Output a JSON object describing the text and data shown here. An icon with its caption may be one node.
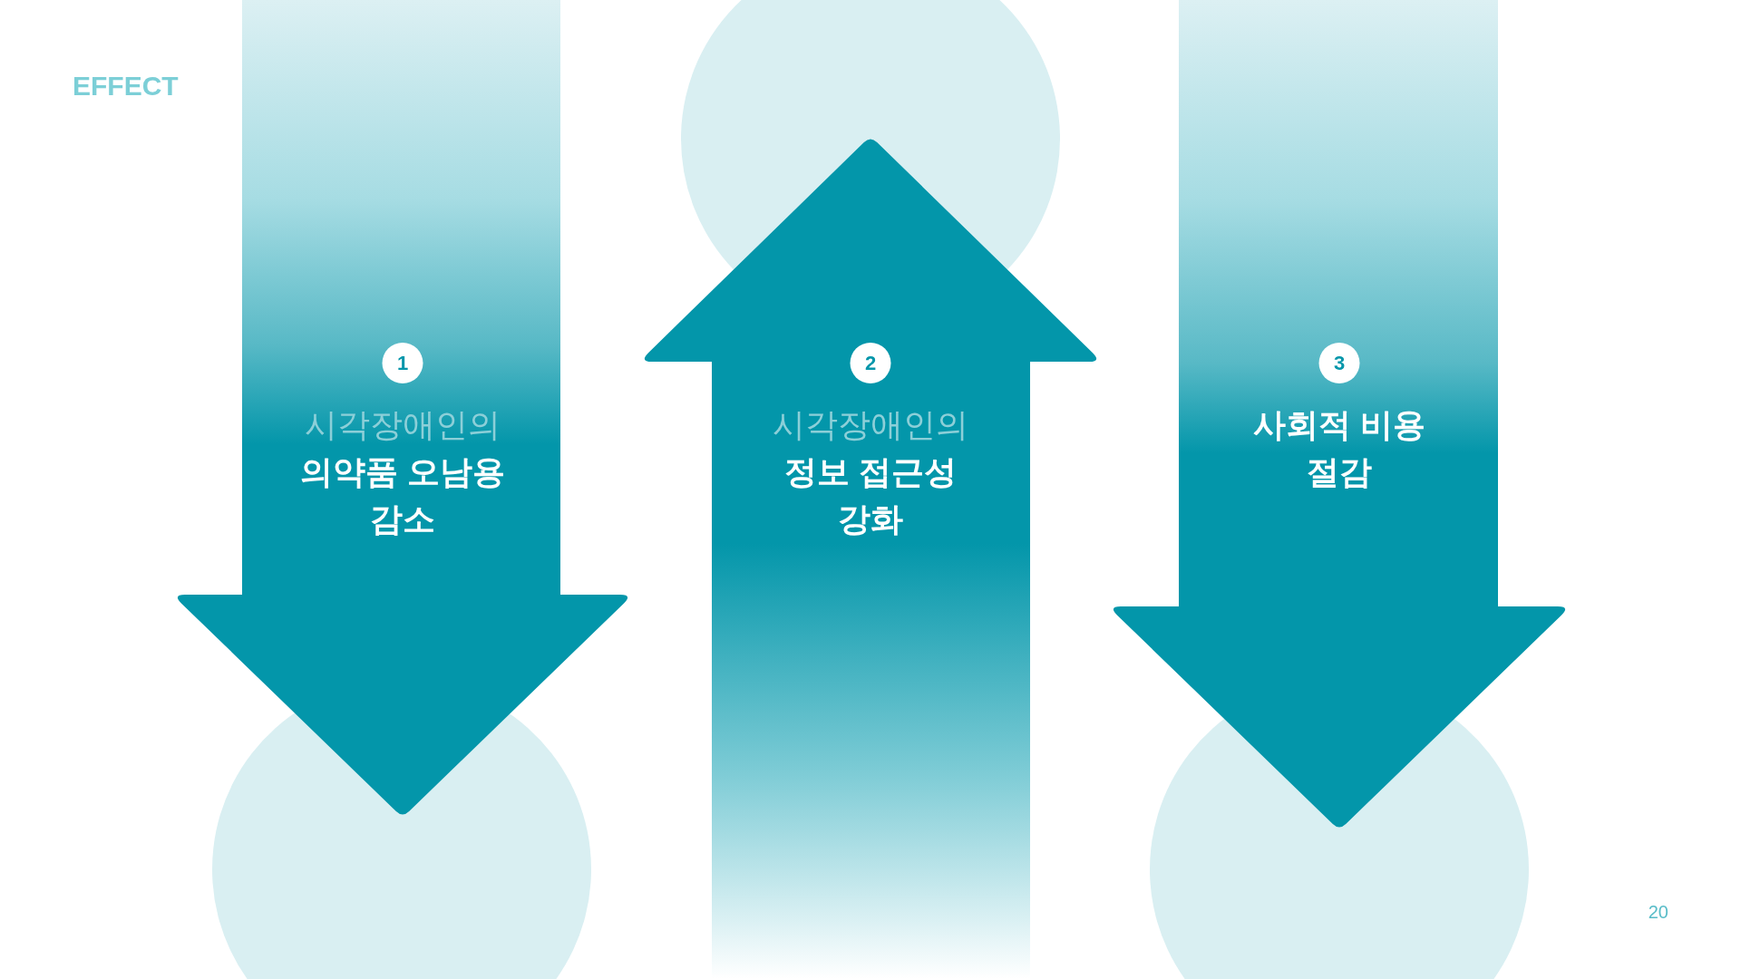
{
  "diagram": {
    "title": "EFFECT",
    "nodes": [
      {
        "text": [
          "시각장애인의",
          "의약품 오남용 감소"
        ]
      },
      {
        "text": [
          "1"
        ],
        "in": 0
      },
      {
        "text": [
          "시각장애인의",
          "정보 접근성 강화"
        ]
      },
      {
        "text": [
          "2"
        ],
        "in": 2
      },
      {
        "text": [
          "사회적 비용 절감"
        ]
      },
      {
        "text": [
          "3"
        ],
        "in": 4
      }
    ],
    "labels": [
      "20"
    ]
  }
}
